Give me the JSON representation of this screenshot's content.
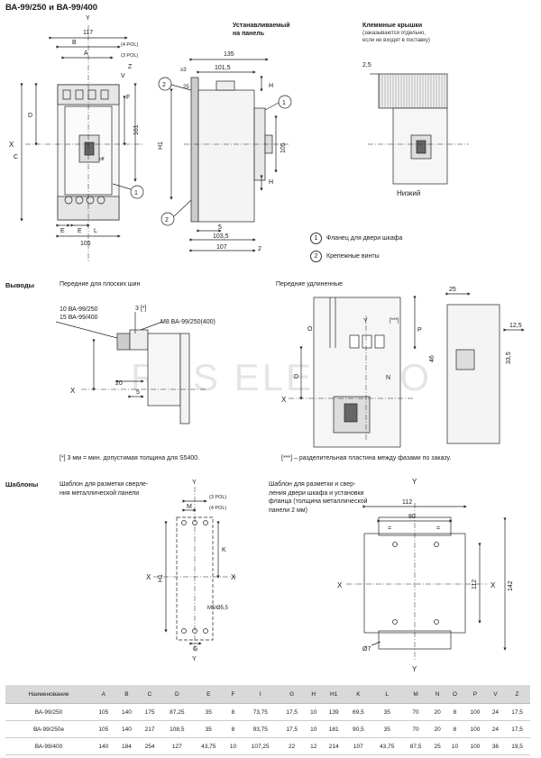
{
  "title": "ВА-99/250 и ВА-99/400",
  "views": {
    "panel_mount": "Устанавливаемый\nна панель",
    "terminal_covers": "Клеммные крышки",
    "terminal_covers_note": "(заказываются отдельно,\nесли не входят в поставку)",
    "low": "Низкий"
  },
  "legend": [
    {
      "num": "1",
      "text": "Фланец для двери шкафа"
    },
    {
      "num": "2",
      "text": "Крепежные винты"
    }
  ],
  "sections": {
    "outputs": "Выводы",
    "front_flat": "Передние для плоских шин",
    "front_extended": "Передние удлиненные",
    "templates": "Шаблоны",
    "template_panel": "Шаблон для разметки сверле-\nния металлической панели",
    "template_door": "Шаблон для разметки и свер-\nления двери шкафа и установки\nфланца (толщина металлической\nпанели 2 мм)"
  },
  "notes": {
    "note1": "[*] 3 мм = мин. допустимая толщина для S5400.",
    "note3": "[***] – разделительная пластина между фазами по заказу."
  },
  "labels": {
    "front_view": {
      "dim_top": "117",
      "pol4": "(4 POL)",
      "pol3": "(3 POL)",
      "dim_bottom": "105",
      "axis_x": "X",
      "axis_y": "Y",
      "letters": [
        "A",
        "B",
        "C",
        "D",
        "E",
        "F",
        "L",
        "V",
        "Z"
      ],
      "dim_161": "161",
      "off": "off"
    },
    "side_view": {
      "d135": "135",
      "d101_5": "101,5",
      "d3": "≥3",
      "d25": "25",
      "d5": "5",
      "d103_5": "103,5",
      "d107": "107",
      "d2": "2",
      "d105": "105",
      "H": "H",
      "H1": "H1"
    },
    "covers": {
      "d2_5": "2,5"
    },
    "flat": {
      "l1": "10 ВА-99/250",
      "l2": "15 ВА-99/400",
      "l3": "3 [*]",
      "l4": "M8 ВА-99/250(400)",
      "d5": "5",
      "d20": "20",
      "X": "X"
    },
    "extended": {
      "d25": "25",
      "d12_5": "12,5",
      "d46": "46",
      "d33_5": "33,5",
      "P": "P",
      "N": "N",
      "O": "O",
      "D": "D",
      "X": "X",
      "Y": "Y",
      "stars": "[***]"
    },
    "tpl_panel": {
      "pol3": "(3 POL)",
      "pol4": "(4 POL)",
      "M": "M",
      "K": "K",
      "H1": "H1",
      "G": "G",
      "hole": "M5/Ø5,5",
      "X": "X",
      "Y": "Y"
    },
    "tpl_door": {
      "d112": "112",
      "d80": "80",
      "d142": "142",
      "d112v": "112",
      "d7": "Ø7",
      "X": "X",
      "Y": "Y",
      "eq": "="
    }
  },
  "watermark": "ROS ELECTRO",
  "table": {
    "headers": [
      "Наименование",
      "A",
      "B",
      "C",
      "D",
      "E",
      "F",
      "I",
      "G",
      "H",
      "H1",
      "K",
      "L",
      "M",
      "N",
      "O",
      "P",
      "V",
      "Z"
    ],
    "rows": [
      [
        "ВА-99/250",
        "105",
        "140",
        "175",
        "87,25",
        "35",
        "8",
        "73,75",
        "17,5",
        "10",
        "139",
        "69,5",
        "35",
        "70",
        "20",
        "8",
        "100",
        "24",
        "17,5"
      ],
      [
        "ВА-99/250е",
        "105",
        "140",
        "217",
        "108,5",
        "35",
        "8",
        "93,75",
        "17,5",
        "10",
        "181",
        "90,5",
        "35",
        "70",
        "20",
        "8",
        "100",
        "24",
        "17,5"
      ],
      [
        "ВА-99/400",
        "140",
        "184",
        "254",
        "127",
        "43,75",
        "10",
        "107,25",
        "22",
        "12",
        "214",
        "107",
        "43,75",
        "87,5",
        "25",
        "10",
        "100",
        "36",
        "19,5"
      ]
    ]
  }
}
